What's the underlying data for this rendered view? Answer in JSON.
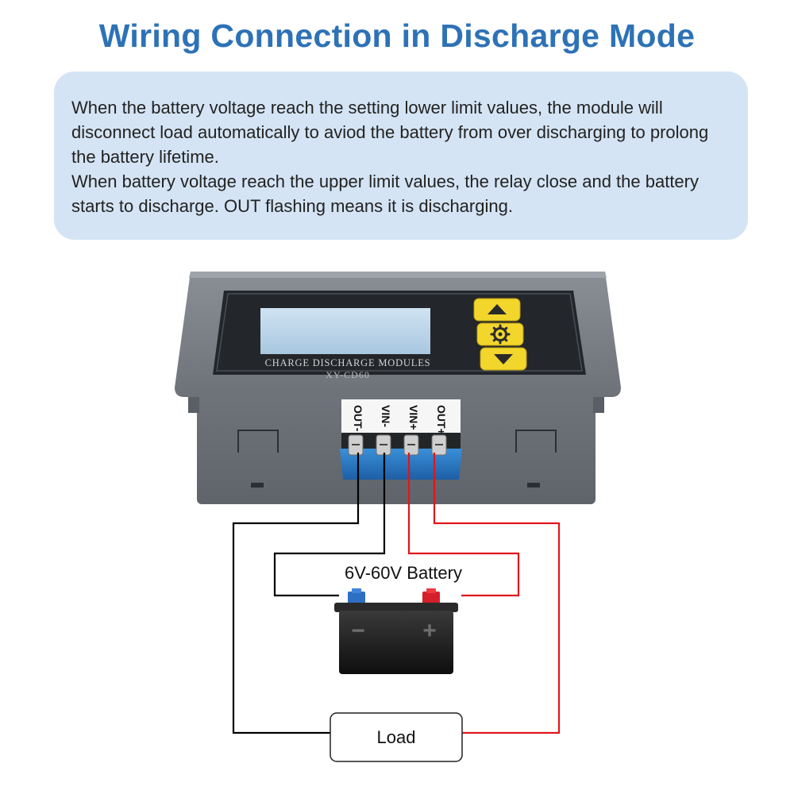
{
  "title": "Wiring Connection in Discharge Mode",
  "description": {
    "paragraph1": "When the battery voltage reach the setting lower limit values, the module will disconnect load automatically to aviod the battery from over discharging to prolong the battery lifetime.",
    "paragraph2": "When battery voltage reach the upper limit values, the relay close and the battery starts to discharge. OUT flashing means it is discharging."
  },
  "module": {
    "label_line1": "CHARGE DISCHARGE MODULES",
    "label_line2": "XY-CD60",
    "terminals": [
      "OUT-",
      "VIN-",
      "VIN+",
      "OUT+"
    ],
    "buttons": [
      "up-arrow-icon",
      "gear-icon",
      "down-arrow-icon"
    ],
    "button_color": "#f2d62c"
  },
  "battery": {
    "label": "6V-60V Battery",
    "negative_symbol": "−",
    "positive_symbol": "+"
  },
  "load": {
    "label": "Load"
  },
  "colors": {
    "title": "#2d72b6",
    "info_box": "#d4e4f4",
    "wire_negative": "#000000",
    "wire_positive": "#e0161c"
  }
}
